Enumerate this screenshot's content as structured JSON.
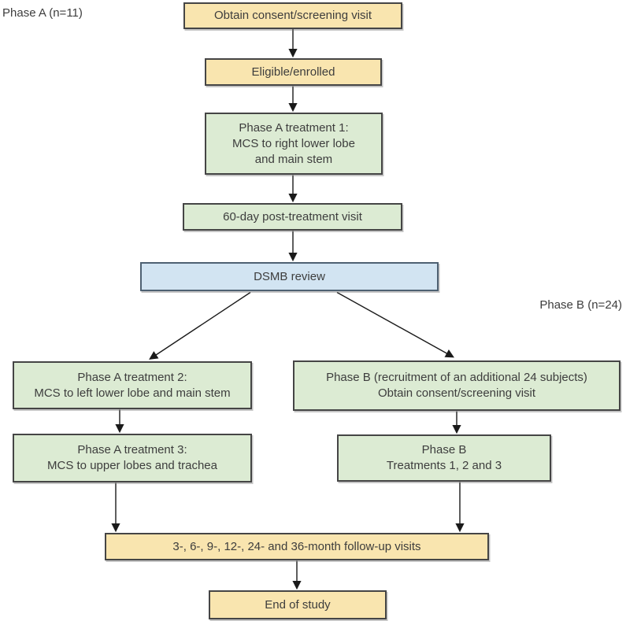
{
  "figure": {
    "labels": {
      "phase_a": "Phase A (n=11)",
      "phase_b": "Phase B (n=24)"
    },
    "colors": {
      "box_yellow": "#f9e5af",
      "box_green": "#dcebd3",
      "box_blue": "#d2e4f2",
      "border_dark": "#454545",
      "border_blue": "#4e6172",
      "text": "#3d3d3d",
      "arrow": "#1a1a1a",
      "background": "#ffffff"
    },
    "nodes": {
      "obtain_consent": {
        "lines": [
          "Obtain consent/screening visit"
        ]
      },
      "eligible": {
        "lines": [
          "Eligible/enrolled"
        ]
      },
      "treatment1": {
        "lines": [
          "Phase A treatment 1:",
          "MCS to right lower lobe",
          "and main stem"
        ]
      },
      "post_treatment_visit": {
        "lines": [
          "60-day post-treatment visit"
        ]
      },
      "dsmb": {
        "lines": [
          "DSMB review"
        ]
      },
      "treatment2": {
        "lines": [
          "Phase A treatment 2:",
          "MCS to left lower lobe and main stem"
        ]
      },
      "treatment3": {
        "lines": [
          "Phase A treatment 3:",
          "MCS to upper lobes and trachea"
        ]
      },
      "phase_b_recruitment": {
        "lines": [
          "Phase B (recruitment of an additional 24 subjects)",
          "Obtain consent/screening visit"
        ]
      },
      "phase_b_treatments": {
        "lines": [
          "Phase B",
          "Treatments 1, 2 and 3"
        ]
      },
      "follow_up": {
        "lines": [
          "3-, 6-, 9-, 12-, 24- and 36-month follow-up visits"
        ]
      },
      "end_of_study": {
        "lines": [
          "End of study"
        ]
      }
    }
  }
}
